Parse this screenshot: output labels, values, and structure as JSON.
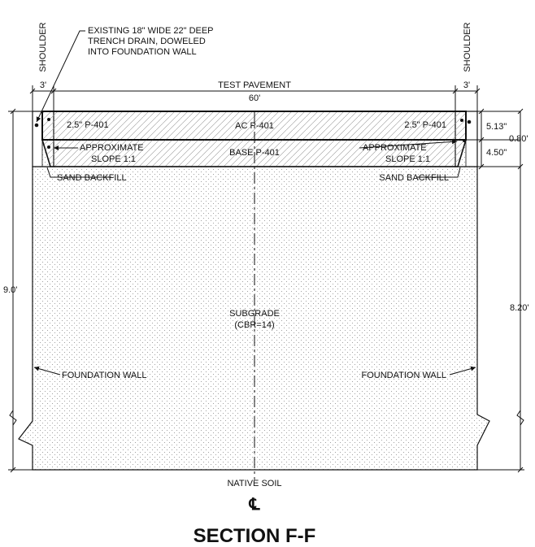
{
  "title": "SECTION F-F",
  "centerline_symbol": "℄",
  "shoulder_labels": [
    "SHOULDER",
    "SHOULDER"
  ],
  "dimensions": {
    "shoulder_left": "3'",
    "shoulder_right": "3'",
    "test_pavement_label": "TEST PAVEMENT",
    "test_pavement_width": "60'",
    "total_depth_left": "9.0'",
    "ac_thickness": "5.13\"",
    "base_thickness": "4.50\"",
    "pavement_total": "0.80'",
    "subgrade_depth": "8.20'"
  },
  "callouts": {
    "trench_drain": [
      "EXISTING 18\" WIDE 22\" DEEP",
      "TRENCH DRAIN, DOWELED",
      "INTO FOUNDATION WALL"
    ],
    "p401_left": "2.5\" P-401",
    "p401_right": "2.5\" P-401",
    "slope_left": [
      "APPROXIMATE",
      "SLOPE 1:1"
    ],
    "slope_right": [
      "APPROXIMATE",
      "SLOPE 1:1"
    ],
    "sand_left": "SAND BACKFILL",
    "sand_right": "SAND BACKFILL",
    "foundation_left": "FOUNDATION WALL",
    "foundation_right": "FOUNDATION WALL"
  },
  "layers": {
    "ac": "AC P-401",
    "base": "BASE P-401",
    "subgrade": [
      "SUBGRADE",
      "(CBR=14)"
    ],
    "native_soil": "NATIVE SOIL"
  }
}
